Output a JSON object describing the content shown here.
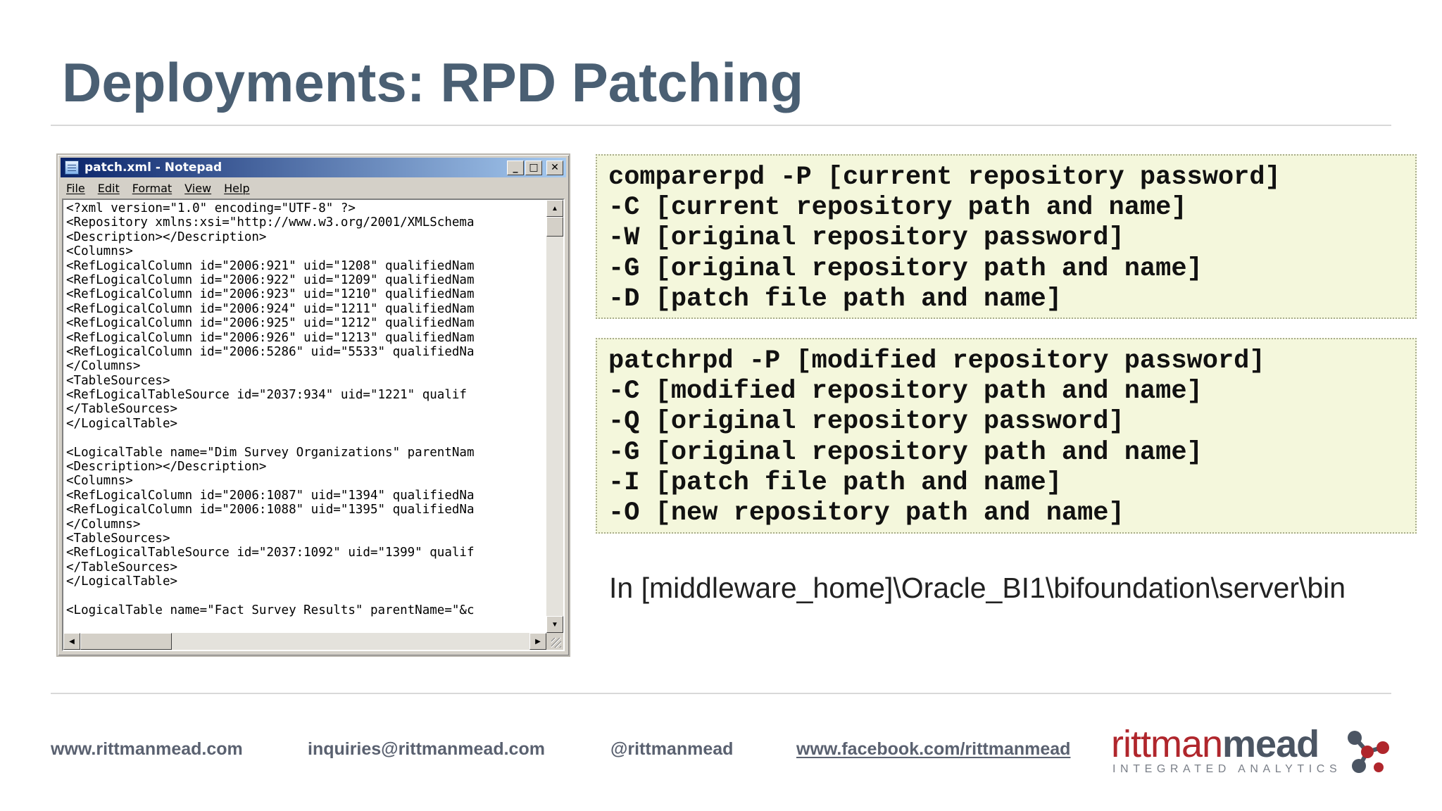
{
  "slide": {
    "title": "Deployments: RPD Patching"
  },
  "notepad": {
    "title": "patch.xml - Notepad",
    "menu": [
      "File",
      "Edit",
      "Format",
      "View",
      "Help"
    ],
    "lines": [
      "<?xml version=\"1.0\" encoding=\"UTF-8\" ?>",
      "<Repository xmlns:xsi=\"http://www.w3.org/2001/XMLSchema",
      "<Description></Description>",
      "<Columns>",
      "<RefLogicalColumn id=\"2006:921\" uid=\"1208\" qualifiedNam",
      "<RefLogicalColumn id=\"2006:922\" uid=\"1209\" qualifiedNam",
      "<RefLogicalColumn id=\"2006:923\" uid=\"1210\" qualifiedNam",
      "<RefLogicalColumn id=\"2006:924\" uid=\"1211\" qualifiedNam",
      "<RefLogicalColumn id=\"2006:925\" uid=\"1212\" qualifiedNam",
      "<RefLogicalColumn id=\"2006:926\" uid=\"1213\" qualifiedNam",
      "<RefLogicalColumn id=\"2006:5286\" uid=\"5533\" qualifiedNa",
      "</Columns>",
      "<TableSources>",
      "<RefLogicalTableSource id=\"2037:934\" uid=\"1221\" qualif",
      "</TableSources>",
      "</LogicalTable>",
      "",
      "<LogicalTable name=\"Dim Survey Organizations\" parentNam",
      "<Description></Description>",
      "<Columns>",
      "<RefLogicalColumn id=\"2006:1087\" uid=\"1394\" qualifiedNa",
      "<RefLogicalColumn id=\"2006:1088\" uid=\"1395\" qualifiedNa",
      "</Columns>",
      "<TableSources>",
      "<RefLogicalTableSource id=\"2037:1092\" uid=\"1399\" qualif",
      "</TableSources>",
      "</LogicalTable>",
      "",
      "<LogicalTable name=\"Fact Survey Results\" parentName=\"&c"
    ]
  },
  "commands": {
    "comparerpd": [
      "comparerpd -P [current repository password]",
      "-C [current repository path and name]",
      "-W [original repository password]",
      "-G [original repository path and name]",
      "-D [patch file path and name]"
    ],
    "patchrpd": [
      "patchrpd -P [modified repository password]",
      "-C [modified repository path and name]",
      "-Q [original repository password]",
      "-G [original repository path and name]",
      "-I [patch file path and name]",
      "-O [new repository path and name]"
    ],
    "path_note": "In [middleware_home]\\Oracle_BI1\\bifoundation\\server\\bin"
  },
  "footer": {
    "website": "www.rittmanmead.com",
    "email": "inquiries@rittmanmead.com",
    "twitter": "@rittmanmead",
    "facebook": "www.facebook.com/rittmanmead"
  },
  "logo": {
    "word_part1": "rittman",
    "word_part2": "mead",
    "tagline": "INTEGRATED ANALYTICS",
    "colors": {
      "red": "#b0262c",
      "grey": "#4b5563"
    }
  }
}
